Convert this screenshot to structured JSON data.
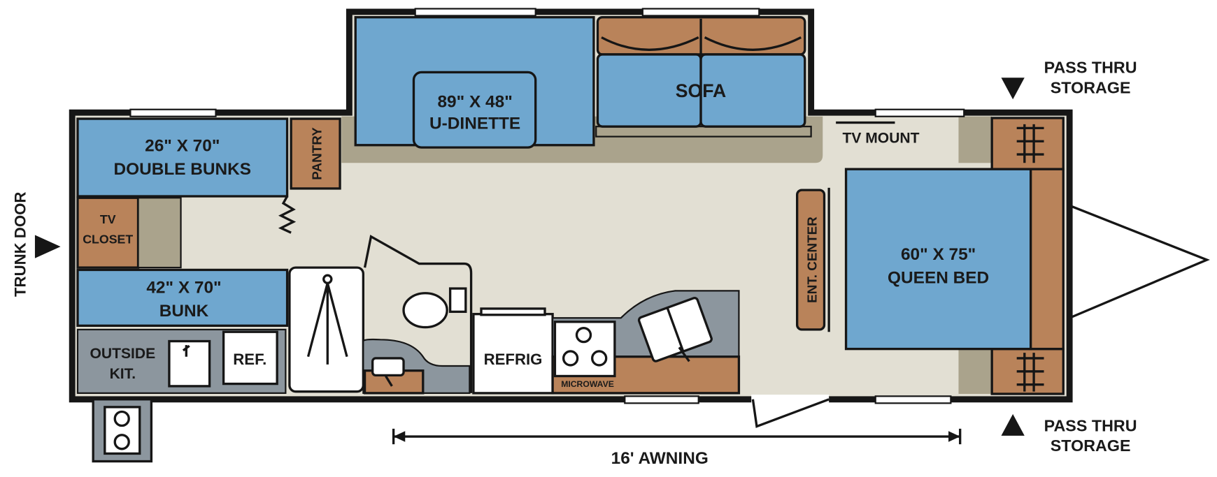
{
  "title": "RV floor plan",
  "colors": {
    "bed": "#6fa7cf",
    "cabinet": "#b9835a",
    "floor": "#e2dfd3",
    "counter": "#8c969e",
    "walkway": "#aaa38c",
    "wall": "#161616"
  },
  "rooms": {
    "dinette": {
      "line1": "89\" X 48\"",
      "line2": "U-DINETTE"
    },
    "sofa": "SOFA",
    "double_bunks": {
      "line1": "26\" X 70\"",
      "line2": "DOUBLE BUNKS"
    },
    "pantry": "PANTRY",
    "tv_closet": {
      "line1": "TV",
      "line2": "CLOSET"
    },
    "bunk": {
      "line1": "42\" X 70\"",
      "line2": "BUNK"
    },
    "outside_kitchen": {
      "line1": "OUTSIDE",
      "line2": "KIT."
    },
    "ref": "REF.",
    "refrig": "REFRIG",
    "microwave": "MICROWAVE",
    "ent_center": "ENT. CENTER",
    "tv_mount": "TV MOUNT",
    "queen_bed": {
      "line1": "60\" X 75\"",
      "line2": "QUEEN BED"
    }
  },
  "exterior": {
    "trunk_door": "TRUNK DOOR",
    "pass_thru_top": {
      "line1": "PASS THRU",
      "line2": "STORAGE"
    },
    "pass_thru_bottom": {
      "line1": "PASS THRU",
      "line2": "STORAGE"
    },
    "awning": "16' AWNING"
  }
}
